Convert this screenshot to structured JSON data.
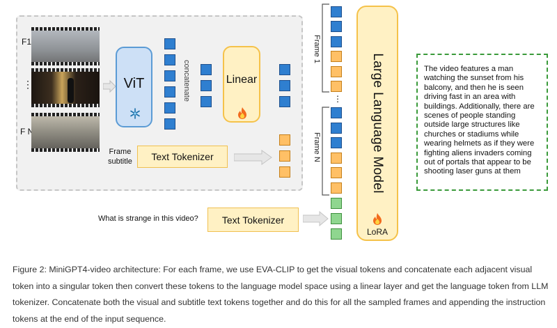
{
  "frames": {
    "first_label": "F1",
    "ellipsis": "⋮",
    "last_label": "F N",
    "subtitle_label_line1": "Frame",
    "subtitle_label_line2": "subtitle"
  },
  "vit": {
    "label": "ViT",
    "icon": "snowflake-icon"
  },
  "concatenate_label": "concatenate",
  "linear": {
    "label": "Linear",
    "icon": "fire-icon"
  },
  "text_tokenizer_label": "Text Tokenizer",
  "frame_labels": {
    "first": "Frame 1",
    "ellipsis": "⋮",
    "last": "Frame N"
  },
  "question": "What is strange in this video?",
  "llm": {
    "title": "Large Language Model",
    "lora_label": "LoRA",
    "icon": "fire-icon"
  },
  "output_text": "The video features a man watching the sunset from his balcony, and then he is seen driving fast in an area with buildings. Additionally, there are scenes of people standing outside large structures like churches or stadiums while wearing helmets as if they were fighting aliens invaders coming out of portals that appear to be shooting laser guns at them",
  "caption": "Figure 2: MiniGPT4-video architecture: For each frame, we use EVA-CLIP to get the visual tokens and concatenate each adjacent visual token into a singular token then convert these tokens to the language model space using a linear layer and get the language token from LLM tokenizer. Concatenate both the visual and subtitle text tokens together and do this for all the sampled frames and appending the instruction tokens at the end of the input sequence.",
  "colors": {
    "visual_token": "#2f7fd0",
    "text_token": "#ffc066",
    "instruction_token": "#8fd68f",
    "frozen_box": "#cde0f6",
    "trainable_box": "#fff1c4",
    "output_border": "#3a9a3a"
  }
}
